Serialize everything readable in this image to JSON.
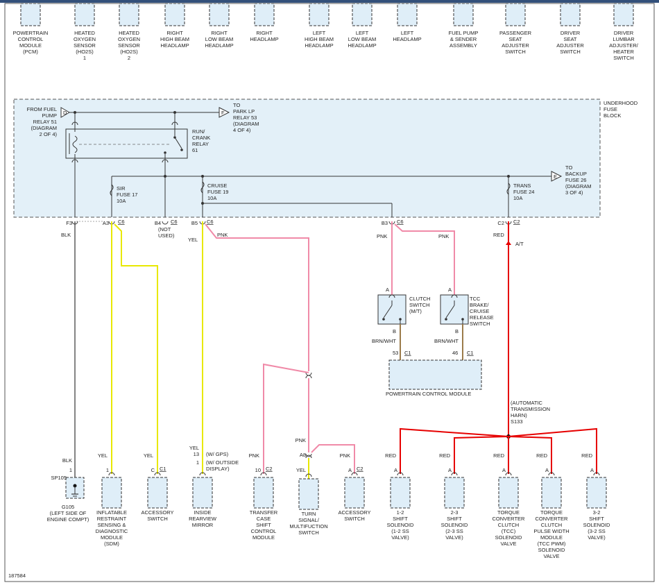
{
  "top_components": [
    {
      "id": "pcm",
      "lines": [
        "POWERTRAIN",
        "CONTROL",
        "MODULE",
        "(PCM)"
      ]
    },
    {
      "id": "ho2s-1",
      "lines": [
        "HEATED",
        "OXYGEN",
        "SENSOR",
        "(HO2S)",
        "1"
      ]
    },
    {
      "id": "ho2s-2",
      "lines": [
        "HEATED",
        "OXYGEN",
        "SENSOR",
        "(HO2S)",
        "2"
      ]
    },
    {
      "id": "right-high-beam",
      "lines": [
        "RIGHT",
        "HIGH BEAM",
        "HEADLAMP"
      ]
    },
    {
      "id": "right-low-beam",
      "lines": [
        "RIGHT",
        "LOW BEAM",
        "HEADLAMP"
      ]
    },
    {
      "id": "right-headlamp",
      "lines": [
        "RIGHT",
        "HEADLAMP"
      ]
    },
    {
      "id": "left-high-beam",
      "lines": [
        "LEFT",
        "HIGH BEAM",
        "HEADLAMP"
      ]
    },
    {
      "id": "left-low-beam",
      "lines": [
        "LEFT",
        "LOW BEAM",
        "HEADLAMP"
      ]
    },
    {
      "id": "left-headlamp",
      "lines": [
        "LEFT",
        "HEADLAMP"
      ]
    },
    {
      "id": "fuel-pump",
      "lines": [
        "FUEL PUMP",
        "& SENDER",
        "ASSEMBLY"
      ]
    },
    {
      "id": "passenger-seat",
      "lines": [
        "PASSENGER",
        "SEAT",
        "ADJUSTER",
        "SWITCH"
      ]
    },
    {
      "id": "driver-seat",
      "lines": [
        "DRIVER",
        "SEAT",
        "ADJUSTER",
        "SWITCH"
      ]
    },
    {
      "id": "driver-lumbar",
      "lines": [
        "DRIVER",
        "LUMBAR",
        "ADJUSTER/",
        "HEATER",
        "SWITCH"
      ]
    }
  ],
  "fuse_block": {
    "label": [
      "UNDERHOOD",
      "FUSE",
      "BLOCK"
    ],
    "from_fuel_pump": [
      "FROM FUEL",
      "PUMP",
      "RELAY 51",
      "(DIAGRAM",
      "2 OF 4)"
    ],
    "from_fuel_pump_conn": "D",
    "to_park": [
      "TO",
      "PARK LP",
      "RELAY 53",
      "(DIAGRAM",
      "4 OF 4)"
    ],
    "to_park_conn": "F",
    "relay": [
      "RUN/",
      "CRANK",
      "RELAY",
      "61"
    ],
    "sir_fuse": [
      "SIR",
      "FUSE 17",
      "10A"
    ],
    "cruise_fuse": [
      "CRUISE",
      "FUSE 19",
      "10A"
    ],
    "trans_fuse": [
      "TRANS",
      "FUSE 24",
      "10A"
    ],
    "to_backup": [
      "TO",
      "BACKUP",
      "FUSE 26",
      "(DIAGRAM",
      "3 OF 4)"
    ],
    "to_backup_conn": "E"
  },
  "fuse_pins": {
    "f3": "F3",
    "a3": "A3",
    "a3c": "C6",
    "b4": "B4",
    "b4c": "C6",
    "not_used": [
      "(NOT",
      "USED)"
    ],
    "b5": "B5",
    "b5c": "C6",
    "b3": "B3",
    "b3c": "C6",
    "c2": "C2",
    "c2c": "C2"
  },
  "wire_colors": {
    "blk": "BLK",
    "yel": "YEL",
    "pnk": "PNK",
    "red": "RED",
    "brnwht": "BRN/WHT",
    "at": "A/T",
    "pnk_color": "#f08aa8",
    "yel_color": "#e8e800",
    "red_color": "#e60000"
  },
  "switches": {
    "clutch": [
      "CLUTCH",
      "SWITCH",
      "(M/T)"
    ],
    "tcc": [
      "TCC",
      "BRAKE/",
      "CRUISE",
      "RELEASE",
      "SWITCH"
    ],
    "pin_a": "A",
    "pin_b": "B"
  },
  "pcm_bottom": {
    "label": "POWERTRAIN CONTROL MODULE",
    "pin53": "53",
    "pin46": "46",
    "conn": "C1"
  },
  "harness": [
    "(AUTOMATIC",
    "TRANSMISSION",
    "HARN)",
    "S133"
  ],
  "bottom_components": [
    {
      "id": "g105",
      "lines": [
        "G105",
        "(LEFT SIDE OF",
        "ENGINE COMPT)"
      ],
      "pin": "1",
      "wire": "BLK",
      "splice": "SP105"
    },
    {
      "id": "sdm",
      "lines": [
        "INFLATABLE",
        "RESTRAINT",
        "SENSING &",
        "DIAGNOSTIC",
        "MODULE",
        "(SDM)"
      ],
      "pin": "1",
      "wire": "YEL"
    },
    {
      "id": "accessory-switch-1",
      "lines": [
        "ACCESSORY",
        "SWITCH"
      ],
      "pin": "C",
      "conn": "C1",
      "wire": "YEL"
    },
    {
      "id": "mirror",
      "lines": [
        "INSIDE",
        "REARVIEW",
        "MIRROR"
      ],
      "pin_a": "13",
      "pin_a_note": "(W/ GPS)",
      "pin_b": "1",
      "pin_b_note": [
        "(W/ OUTSIDE",
        "DISPLAY)"
      ],
      "wire": "YEL"
    },
    {
      "id": "transfer-case",
      "lines": [
        "TRANSFER",
        "CASE",
        "SHIFT",
        "CONTROL",
        "MODULE"
      ],
      "pin": "10",
      "conn": "C2",
      "wire": "PNK"
    },
    {
      "id": "turn-signal",
      "lines": [
        "TURN",
        "SIGNAL/",
        "MULTIFUCTION",
        "SWITCH"
      ],
      "pin": "A8",
      "wire": "YEL",
      "wire_in": "PNK"
    },
    {
      "id": "accessory-switch-2",
      "lines": [
        "ACCESSORY",
        "SWITCH"
      ],
      "pin": "A",
      "conn": "C2",
      "wire": "PNK"
    },
    {
      "id": "shift-12",
      "lines": [
        "1-2",
        "SHIFT",
        "SOLENOID",
        "(1-2 SS",
        "VALVE)"
      ],
      "pin": "A",
      "wire": "RED"
    },
    {
      "id": "shift-23",
      "lines": [
        "2-3",
        "SHIFT",
        "SOLENOID",
        "(2-3 SS",
        "VALVE)"
      ],
      "pin": "A",
      "wire": "RED"
    },
    {
      "id": "tcc-solenoid",
      "lines": [
        "TORQUE",
        "CONVERTER",
        "CLUTCH",
        "(TCC)",
        "SOLENOID",
        "VALVE"
      ],
      "pin": "A",
      "wire": "RED"
    },
    {
      "id": "tcc-pwm",
      "lines": [
        "TORQUE",
        "CONVERTER",
        "CLUTCH",
        "PULSE WIDTH",
        "MODULE",
        "(TCC PWM)",
        "SOLENOID",
        "VALVE"
      ],
      "pin": "A",
      "wire": "RED"
    },
    {
      "id": "shift-32",
      "lines": [
        "3-2",
        "SHIFT",
        "SOLENOID",
        "(3-2 SS",
        "VALVE)"
      ],
      "pin": "A",
      "wire": "RED"
    }
  ],
  "figure_id": "187584"
}
